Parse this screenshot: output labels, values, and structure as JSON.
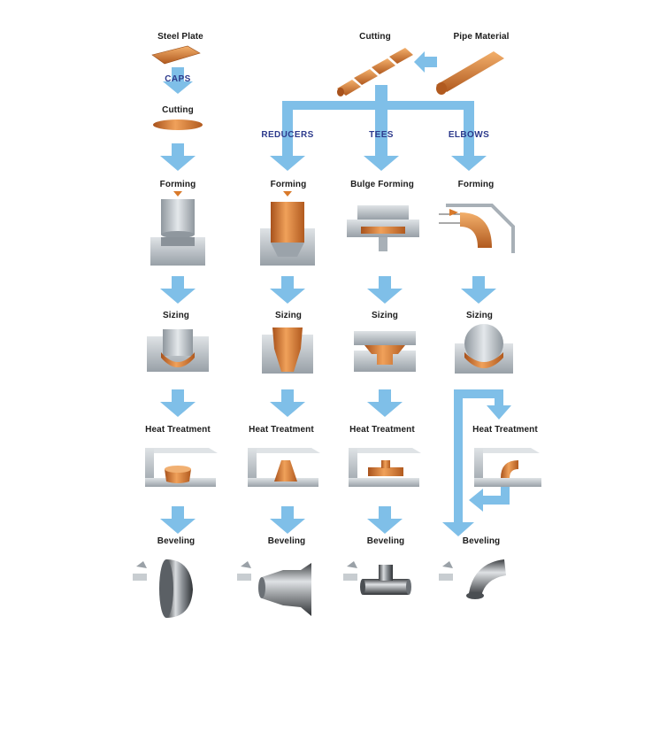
{
  "title_labels": {
    "steel_plate": "Steel Plate",
    "cutting_pipe": "Cutting",
    "pipe_material": "Pipe Material",
    "cutting_plate": "Cutting"
  },
  "categories": {
    "caps": "CAPS",
    "reducers": "REDUCERS",
    "tees": "TEES",
    "elbows": "ELBOWS"
  },
  "columns": [
    {
      "forming": "Forming",
      "sizing": "Sizing",
      "heat": "Heat Treatment",
      "beveling": "Beveling"
    },
    {
      "forming": "Forming",
      "sizing": "Sizing",
      "heat": "Heat Treatment",
      "beveling": "Beveling"
    },
    {
      "forming": "Bulge Forming",
      "sizing": "Sizing",
      "heat": "Heat Treatment",
      "beveling": "Beveling"
    },
    {
      "forming": "Forming",
      "sizing": "Sizing",
      "heat": "Heat Treatment",
      "beveling": "Beveling"
    }
  ],
  "colors": {
    "arrow": "#7fbfe8",
    "copper": "#d97a2b",
    "steel": "#b9c0c6"
  }
}
